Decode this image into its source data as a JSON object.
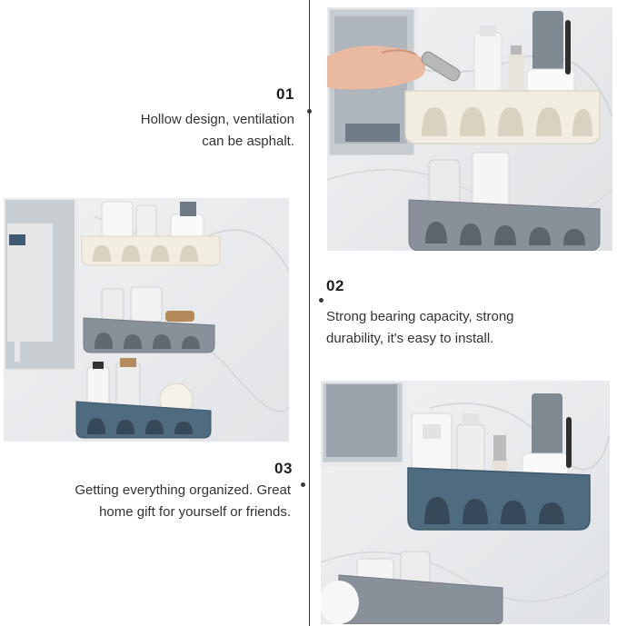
{
  "features": [
    {
      "number": "01",
      "lines": [
        "Hollow design, ventilation",
        "can be asphalt."
      ]
    },
    {
      "number": "02",
      "lines": [
        "Strong bearing capacity, strong",
        "durability, it's easy to install."
      ]
    },
    {
      "number": "03",
      "lines": [
        "Getting everything organized. Great",
        "home gift for yourself or friends."
      ]
    }
  ],
  "colors": {
    "divider": "#3a3a3a",
    "shelf_white": "#f2ede1",
    "shelf_gray": "#8a9099",
    "shelf_blue": "#4f6b80",
    "wall_marble": "#ecedef"
  }
}
